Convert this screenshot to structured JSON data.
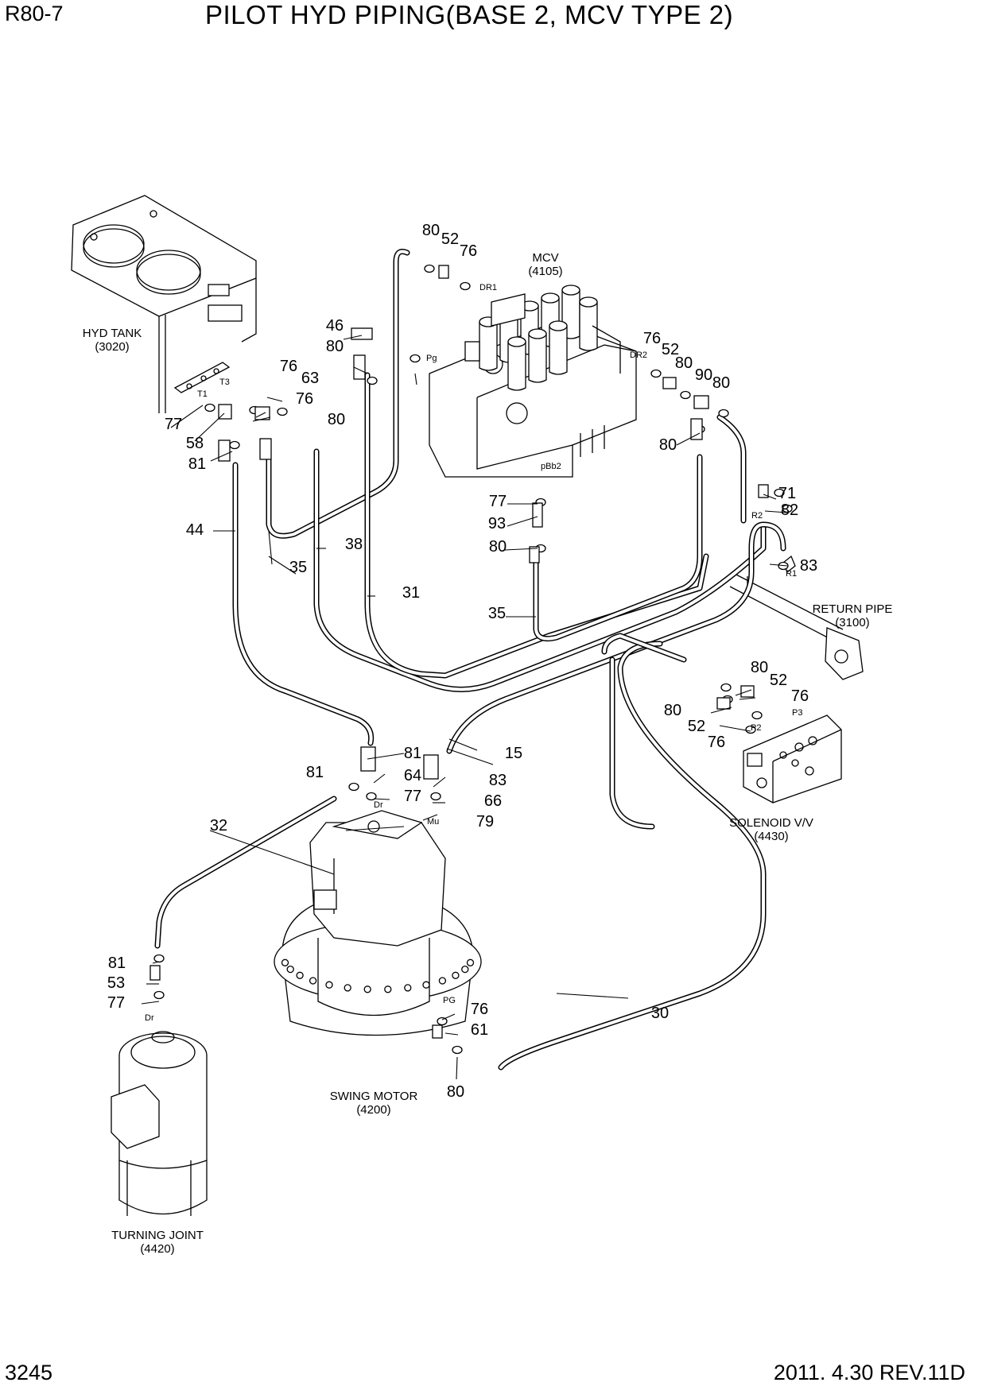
{
  "header": {
    "model": "R80-7",
    "title": "PILOT HYD PIPING(BASE 2, MCV TYPE 2)"
  },
  "footer": {
    "page_number": "3245",
    "revision": "2011. 4.30 REV.11D"
  },
  "components": {
    "hyd_tank": {
      "name": "HYD TANK",
      "code": "(3020)"
    },
    "mcv": {
      "name": "MCV",
      "code": "(4105)"
    },
    "return_pipe": {
      "name": "RETURN PIPE",
      "code": "(3100)"
    },
    "solenoid_vv": {
      "name": "SOLENOID V/V",
      "code": "(4430)"
    },
    "swing_motor": {
      "name": "SWING MOTOR",
      "code": "(4200)"
    },
    "turning_joint": {
      "name": "TURNING JOINT",
      "code": "(4420)"
    }
  },
  "ports": {
    "t1": "T1",
    "t3": "T3",
    "dr1": "DR1",
    "dr2": "DR2",
    "pg": "Pg",
    "pbb2": "pBb2",
    "r2": "R2",
    "r1": "R1",
    "p3": "P3",
    "p2": "P2",
    "dr_motor": "Dr",
    "mu": "Mu",
    "pg_motor": "PG",
    "dr_joint": "Dr"
  },
  "part_callouts": [
    "80",
    "52",
    "76",
    "46",
    "80",
    "76",
    "76",
    "63",
    "80",
    "77",
    "58",
    "81",
    "44",
    "35",
    "38",
    "31",
    "76",
    "52",
    "80",
    "90",
    "80",
    "80",
    "77",
    "93",
    "80",
    "35",
    "71",
    "82",
    "83",
    "80",
    "52",
    "76",
    "80",
    "52",
    "76",
    "81",
    "64",
    "81",
    "77",
    "83",
    "66",
    "79",
    "15",
    "32",
    "81",
    "53",
    "77",
    "76",
    "61",
    "80",
    "30"
  ]
}
